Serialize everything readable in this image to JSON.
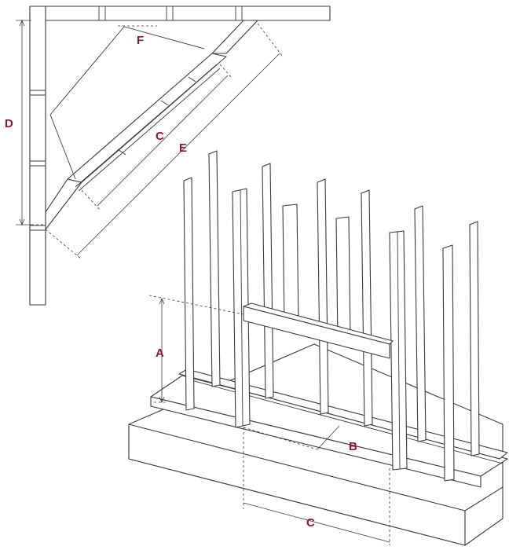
{
  "labels": {
    "a": "A",
    "b": "B",
    "c_wall": "C",
    "c_rafter": "C",
    "d": "D",
    "e": "E",
    "f": "F"
  },
  "colors": {
    "label": "#8b1538",
    "line": "#3a3a3a",
    "background": "#ffffff"
  }
}
